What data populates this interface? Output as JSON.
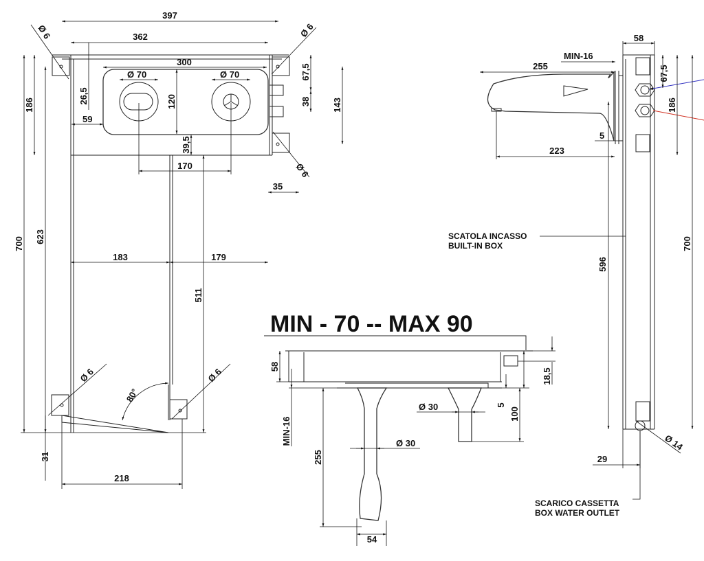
{
  "title": "MIN - 70 -- MAX 90",
  "front_view": {
    "dims": {
      "w397": "397",
      "w362": "362",
      "w300": "300",
      "d70a": "Ø 70",
      "d70b": "Ø 70",
      "h186": "186",
      "h26_5": "26,5",
      "w59": "59",
      "h120": "120",
      "h67_5": "67,5",
      "h38": "38",
      "h143": "143",
      "h39_5": "39,5",
      "w170": "170",
      "w35": "35",
      "h700": "700",
      "h623": "623",
      "w183": "183",
      "w179": "179",
      "h511": "511",
      "angle": "80°",
      "h31": "31",
      "w218": "218",
      "hole_tl": "Ø 6",
      "hole_tr": "Ø 6",
      "hole_mr": "Ø 6",
      "hole_bl": "Ø 6",
      "hole_br": "Ø 6"
    }
  },
  "side_view": {
    "dims": {
      "w58": "58",
      "min16": "MIN-16",
      "w255": "255",
      "h67_5": "67,5",
      "h186": "186",
      "w5": "5",
      "w223": "223",
      "h596": "596",
      "h700": "700",
      "w29": "29",
      "d14": "Ø 14"
    },
    "notes": {
      "builtin_it": "SCATOLA INCASSO",
      "builtin_en": "BUILT-IN BOX",
      "outlet_it": "SCARICO CASSETTA",
      "outlet_en": "BOX WATER OUTLET"
    },
    "colors": {
      "cold": "#3030c0",
      "hot": "#d03020"
    }
  },
  "section_view": {
    "dims": {
      "h58": "58",
      "min16": "MIN-16",
      "h255": "255",
      "d30a": "Ø 30",
      "d30b": "Ø 30",
      "w54": "54",
      "h5": "5",
      "h100": "100",
      "h18_5": "18,5"
    }
  }
}
